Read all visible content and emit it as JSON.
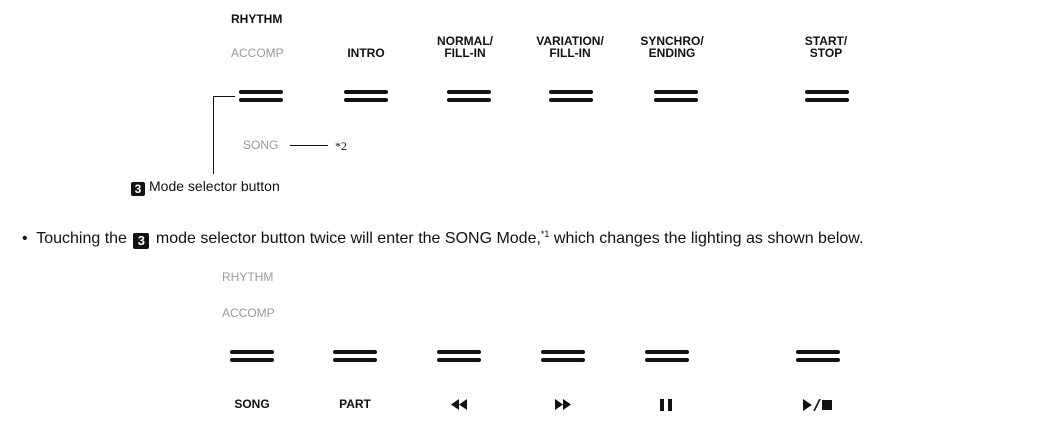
{
  "top_panel": {
    "rhythm_label": "RHYTHM",
    "accomp_label": "ACCOMP",
    "intro_label": "INTRO",
    "normal_label_line1": "NORMAL/",
    "normal_label_line2": "FILL-IN",
    "variation_label_line1": "VARIATION/",
    "variation_label_line2": "FILL-IN",
    "synchro_label_line1": "SYNCHRO/",
    "synchro_label_line2": "ENDING",
    "startstop_label_line1": "START/",
    "startstop_label_line2": "STOP",
    "song_label": "SONG",
    "note_ref": "*2",
    "caption_number": "3",
    "caption_text": "Mode selector button"
  },
  "instruction": {
    "bullet": "•",
    "text_before": "Touching the",
    "number": "3",
    "text_after": "mode selector button twice will enter the SONG Mode,",
    "footnote": "*1",
    "text_end": " which changes the lighting as shown below."
  },
  "bottom_panel": {
    "rhythm_label": "RHYTHM",
    "accomp_label": "ACCOMP",
    "song_label": "SONG",
    "part_label": "PART",
    "rewind_icon": "rewind-icon",
    "fastforward_icon": "fast-forward-icon",
    "pause_icon": "pause-icon",
    "playstop_icon": "play-stop-icon"
  }
}
